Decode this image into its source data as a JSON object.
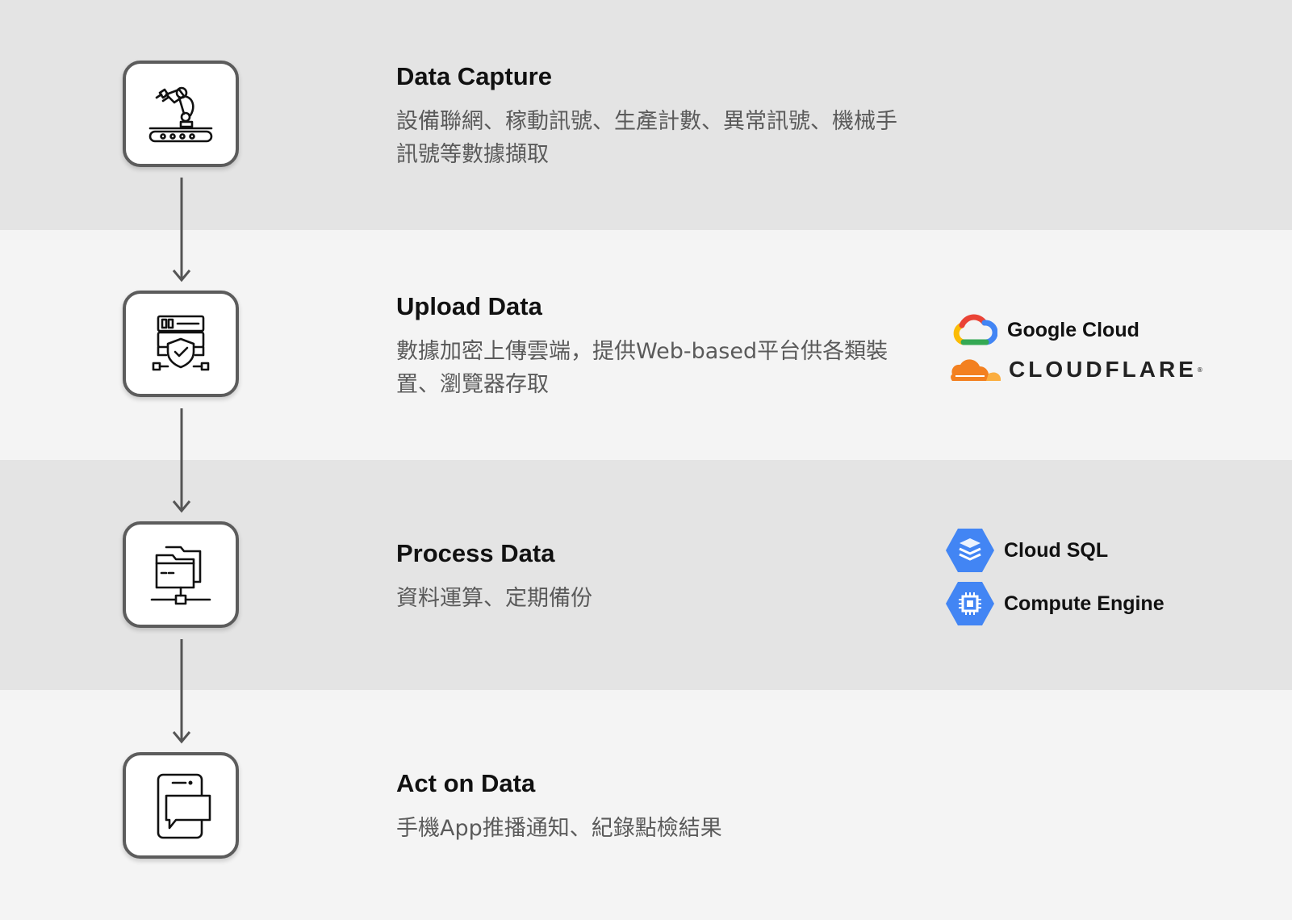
{
  "steps": [
    {
      "title": "Data Capture",
      "description": "設備聯網、稼動訊號、生產計數、異常訊號、機械手訊號等數據擷取",
      "icon": "robot-arm-conveyor-icon"
    },
    {
      "title": "Upload Data",
      "description": "數據加密上傳雲端，提供Web-based平台供各類裝置、瀏覽器存取",
      "icon": "server-shield-icon"
    },
    {
      "title": "Process Data",
      "description": "資料運算、定期備份",
      "icon": "folder-network-icon"
    },
    {
      "title": "Act on Data",
      "description": "手機App推播通知、紀錄點檢結果",
      "icon": "phone-chat-icon"
    }
  ],
  "services": {
    "google_cloud": {
      "label": "Google Cloud",
      "icon": "google-cloud-logo"
    },
    "cloudflare": {
      "label": "CLOUDFLARE",
      "icon": "cloudflare-logo"
    },
    "cloud_sql": {
      "label": "Cloud SQL",
      "icon": "cloud-sql-icon"
    },
    "compute_engine": {
      "label": "Compute Engine",
      "icon": "compute-engine-icon"
    }
  },
  "colors": {
    "band_dark": "#e4e4e4",
    "band_light": "#f4f4f4",
    "icon_border": "#5c5c5c",
    "gcp_blue": "#4285f4",
    "google_red": "#ea4335",
    "google_yellow": "#fbbc05",
    "google_green": "#34a853",
    "cloudflare_orange": "#f38020"
  }
}
